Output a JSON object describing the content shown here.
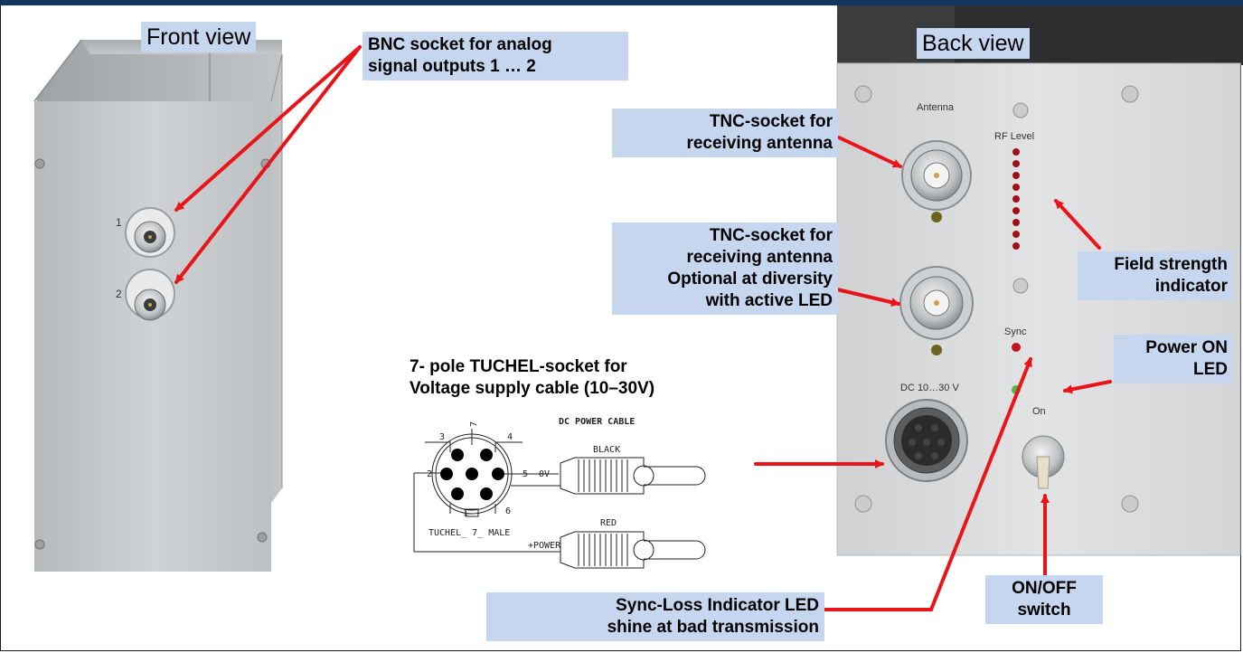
{
  "titles": {
    "front_view": "Front view",
    "back_view": "Back view"
  },
  "callouts": {
    "bnc": [
      "BNC socket for analog",
      "signal outputs 1 … 2"
    ],
    "tnc1": [
      "TNC-socket for",
      "receiving antenna"
    ],
    "tnc2": [
      "TNC-socket for",
      "receiving antenna",
      "Optional at diversity",
      "with active LED"
    ],
    "field_strength": [
      "Field strength",
      "indicator"
    ],
    "power_led": [
      "Power ON",
      "LED"
    ],
    "tuchel": [
      "7- pole TUCHEL-socket for",
      "Voltage supply cable (10–30V)"
    ],
    "sync_loss": [
      "Sync-Loss Indicator LED",
      "shine at bad transmission"
    ],
    "onoff": [
      "ON/OFF",
      "switch"
    ]
  },
  "front_panel": {
    "output_1": "1",
    "output_2": "2"
  },
  "back_panel": {
    "antenna": "Antenna",
    "rf_level": "RF Level",
    "sync": "Sync",
    "dc": "DC 10…30 V",
    "on": "On"
  },
  "connector_drawing": {
    "header": "DC POWER CABLE",
    "pins": [
      "1",
      "2",
      "3",
      "4",
      "5",
      "6",
      "7"
    ],
    "black": "BLACK",
    "zero_v": "0V",
    "red": "RED",
    "power": "+POWER",
    "connector_name": "TUCHEL_ 7_ MALE"
  },
  "colors": {
    "header_bar": "#13365f",
    "label_bg": "#c6d6ee",
    "arrow": "#e8141a",
    "housing": "#c9ccce",
    "rf_led": "#9e1018",
    "power_led": "#4cbb3c"
  }
}
